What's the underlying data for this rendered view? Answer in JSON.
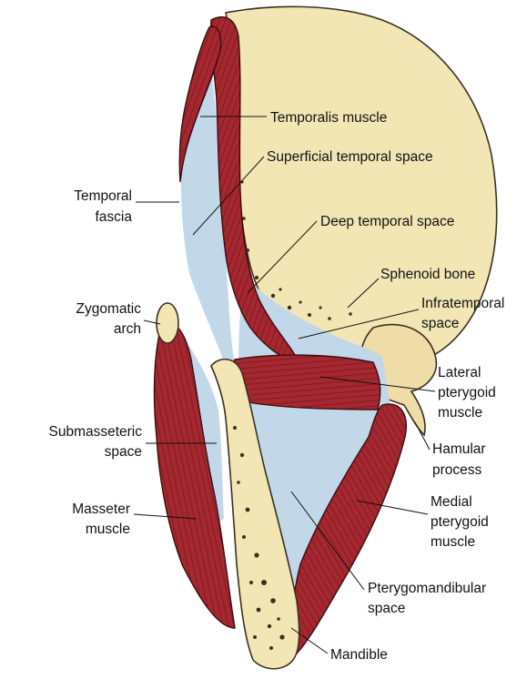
{
  "colors": {
    "bone": "#f3e6b5",
    "muscle": "#a5272f",
    "muscle_dark": "#5e1217",
    "space": "#c2d8e8",
    "outline": "#1a1a1a"
  },
  "labels": {
    "temporalis_muscle": [
      "Temporalis muscle"
    ],
    "superficial_temporal_space": [
      "Superficial temporal space"
    ],
    "temporal_fascia": [
      "Temporal",
      "fascia"
    ],
    "deep_temporal_space": [
      "Deep temporal space"
    ],
    "sphenoid_bone": [
      "Sphenoid bone"
    ],
    "zygomatic_arch": [
      "Zygomatic",
      "arch"
    ],
    "infratemporal_space": [
      "Infratemporal",
      "space"
    ],
    "lateral_pterygoid_muscle": [
      "Lateral",
      "pterygoid",
      "muscle"
    ],
    "submasseteric_space": [
      "Submasseteric",
      "space"
    ],
    "hamular_process": [
      "Hamular",
      "process"
    ],
    "masseter_muscle": [
      "Masseter",
      "muscle"
    ],
    "medial_pterygoid_muscle": [
      "Medial",
      "pterygoid",
      "muscle"
    ],
    "pterygomandibular_space": [
      "Pterygomandibular",
      "space"
    ],
    "mandible": [
      "Mandible"
    ]
  }
}
